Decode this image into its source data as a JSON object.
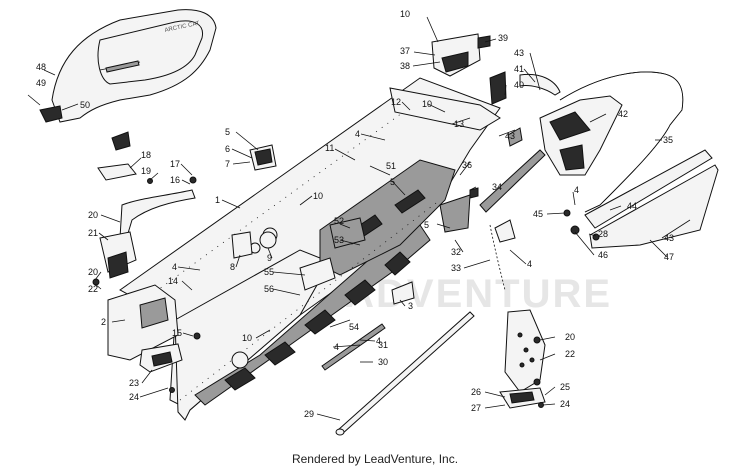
{
  "diagram": {
    "footer": "Rendered by LeadVenture, Inc.",
    "watermark": "LEADVENTURE",
    "seat_logo": "ARCTIC CAT",
    "callouts": [
      {
        "id": "48",
        "label": "48"
      },
      {
        "id": "49",
        "label": "49"
      },
      {
        "id": "50",
        "label": "50"
      },
      {
        "id": "18",
        "label": "18"
      },
      {
        "id": "17",
        "label": "17"
      },
      {
        "id": "19",
        "label": "19"
      },
      {
        "id": "16",
        "label": "16"
      },
      {
        "id": "20a",
        "label": "20"
      },
      {
        "id": "21",
        "label": "21"
      },
      {
        "id": "20b",
        "label": "20"
      },
      {
        "id": "22a",
        "label": "22"
      },
      {
        "id": "14",
        "label": "14"
      },
      {
        "id": "2",
        "label": "2"
      },
      {
        "id": "15",
        "label": "15"
      },
      {
        "id": "23",
        "label": "23"
      },
      {
        "id": "24a",
        "label": "24"
      },
      {
        "id": "5a",
        "label": "5"
      },
      {
        "id": "6",
        "label": "6"
      },
      {
        "id": "7",
        "label": "7"
      },
      {
        "id": "1",
        "label": "1"
      },
      {
        "id": "11",
        "label": "11"
      },
      {
        "id": "10a",
        "label": "10"
      },
      {
        "id": "4a",
        "label": "4"
      },
      {
        "id": "8",
        "label": "8"
      },
      {
        "id": "9",
        "label": "9"
      },
      {
        "id": "55",
        "label": "55"
      },
      {
        "id": "56",
        "label": "56"
      },
      {
        "id": "10b",
        "label": "10"
      },
      {
        "id": "4b",
        "label": "4"
      },
      {
        "id": "54",
        "label": "54"
      },
      {
        "id": "4c",
        "label": "4"
      },
      {
        "id": "31",
        "label": "31"
      },
      {
        "id": "30",
        "label": "30"
      },
      {
        "id": "29",
        "label": "29"
      },
      {
        "id": "3",
        "label": "3"
      },
      {
        "id": "52",
        "label": "52"
      },
      {
        "id": "53",
        "label": "53"
      },
      {
        "id": "51",
        "label": "51"
      },
      {
        "id": "5b",
        "label": "5"
      },
      {
        "id": "4d",
        "label": "4"
      },
      {
        "id": "36",
        "label": "36"
      },
      {
        "id": "34",
        "label": "34"
      },
      {
        "id": "5c",
        "label": "5"
      },
      {
        "id": "32",
        "label": "32"
      },
      {
        "id": "33",
        "label": "33"
      },
      {
        "id": "4e",
        "label": "4"
      },
      {
        "id": "10c",
        "label": "10"
      },
      {
        "id": "37",
        "label": "37"
      },
      {
        "id": "38",
        "label": "38"
      },
      {
        "id": "39",
        "label": "39"
      },
      {
        "id": "43a",
        "label": "43"
      },
      {
        "id": "41",
        "label": "41"
      },
      {
        "id": "40",
        "label": "40"
      },
      {
        "id": "12",
        "label": "12"
      },
      {
        "id": "10d",
        "label": "10"
      },
      {
        "id": "13",
        "label": "13"
      },
      {
        "id": "43b",
        "label": "43"
      },
      {
        "id": "42",
        "label": "42"
      },
      {
        "id": "35",
        "label": "35"
      },
      {
        "id": "4f",
        "label": "4"
      },
      {
        "id": "45",
        "label": "45"
      },
      {
        "id": "44",
        "label": "44"
      },
      {
        "id": "28",
        "label": "28"
      },
      {
        "id": "46",
        "label": "46"
      },
      {
        "id": "43c",
        "label": "43"
      },
      {
        "id": "47",
        "label": "47"
      },
      {
        "id": "20c",
        "label": "20"
      },
      {
        "id": "22b",
        "label": "22"
      },
      {
        "id": "26",
        "label": "26"
      },
      {
        "id": "25",
        "label": "25"
      },
      {
        "id": "27",
        "label": "27"
      },
      {
        "id": "24b",
        "label": "24"
      }
    ]
  }
}
